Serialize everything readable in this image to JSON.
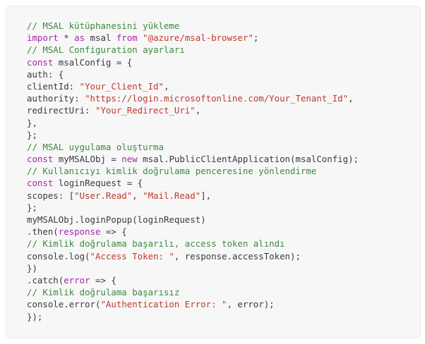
{
  "code_block": {
    "lines": [
      [
        {
          "t": "c",
          "v": "// MSAL kütüphanesini yükleme"
        }
      ],
      [
        {
          "t": "k",
          "v": "import"
        },
        {
          "t": "p",
          "v": " * "
        },
        {
          "t": "k",
          "v": "as"
        },
        {
          "t": "p",
          "v": " msal "
        },
        {
          "t": "k",
          "v": "from"
        },
        {
          "t": "p",
          "v": " "
        },
        {
          "t": "s",
          "v": "\"@azure/msal-browser\""
        },
        {
          "t": "p",
          "v": ";"
        }
      ],
      [
        {
          "t": "c",
          "v": "// MSAL Configuration ayarları"
        }
      ],
      [
        {
          "t": "k",
          "v": "const"
        },
        {
          "t": "p",
          "v": " msalConfig = {"
        }
      ],
      [
        {
          "t": "p",
          "v": "auth: {"
        }
      ],
      [
        {
          "t": "p",
          "v": "clientId: "
        },
        {
          "t": "s",
          "v": "\"Your_Client_Id\""
        },
        {
          "t": "p",
          "v": ","
        }
      ],
      [
        {
          "t": "p",
          "v": "authority: "
        },
        {
          "t": "s",
          "v": "\"https://login.microsoftonline.com/Your_Tenant_Id\""
        },
        {
          "t": "p",
          "v": ","
        }
      ],
      [
        {
          "t": "p",
          "v": "redirectUri: "
        },
        {
          "t": "s",
          "v": "\"Your_Redirect_Uri\""
        },
        {
          "t": "p",
          "v": ","
        }
      ],
      [
        {
          "t": "p",
          "v": "},"
        }
      ],
      [
        {
          "t": "p",
          "v": "};"
        }
      ],
      [
        {
          "t": "c",
          "v": "// MSAL uygulama oluşturma"
        }
      ],
      [
        {
          "t": "k",
          "v": "const"
        },
        {
          "t": "p",
          "v": " myMSALObj = "
        },
        {
          "t": "k",
          "v": "new"
        },
        {
          "t": "p",
          "v": " msal.PublicClientApplication(msalConfig);"
        }
      ],
      [
        {
          "t": "c",
          "v": "// Kullanıcıyı kimlik doğrulama penceresine yönlendirme"
        }
      ],
      [
        {
          "t": "k",
          "v": "const"
        },
        {
          "t": "p",
          "v": " loginRequest = {"
        }
      ],
      [
        {
          "t": "p",
          "v": "scopes: ["
        },
        {
          "t": "s",
          "v": "\"User.Read\""
        },
        {
          "t": "p",
          "v": ", "
        },
        {
          "t": "s",
          "v": "\"Mail.Read\""
        },
        {
          "t": "p",
          "v": "],"
        }
      ],
      [
        {
          "t": "p",
          "v": "};"
        }
      ],
      [
        {
          "t": "p",
          "v": "myMSALObj.loginPopup(loginRequest)"
        }
      ],
      [
        {
          "t": "p",
          "v": ".then("
        },
        {
          "t": "k",
          "v": "response"
        },
        {
          "t": "p",
          "v": " => {"
        }
      ],
      [
        {
          "t": "c",
          "v": "// Kimlik doğrulama başarılı, access token alındı"
        }
      ],
      [
        {
          "t": "p",
          "v": "console.log("
        },
        {
          "t": "s",
          "v": "\"Access Token: \""
        },
        {
          "t": "p",
          "v": ", response.accessToken);"
        }
      ],
      [
        {
          "t": "p",
          "v": "})"
        }
      ],
      [
        {
          "t": "p",
          "v": ".catch("
        },
        {
          "t": "k",
          "v": "error"
        },
        {
          "t": "p",
          "v": " => {"
        }
      ],
      [
        {
          "t": "c",
          "v": "// Kimlik doğrulama başarısız"
        }
      ],
      [
        {
          "t": "p",
          "v": "console.error("
        },
        {
          "t": "s",
          "v": "\"Authentication Error: \""
        },
        {
          "t": "p",
          "v": ", error);"
        }
      ],
      [
        {
          "t": "p",
          "v": "});"
        }
      ]
    ]
  }
}
